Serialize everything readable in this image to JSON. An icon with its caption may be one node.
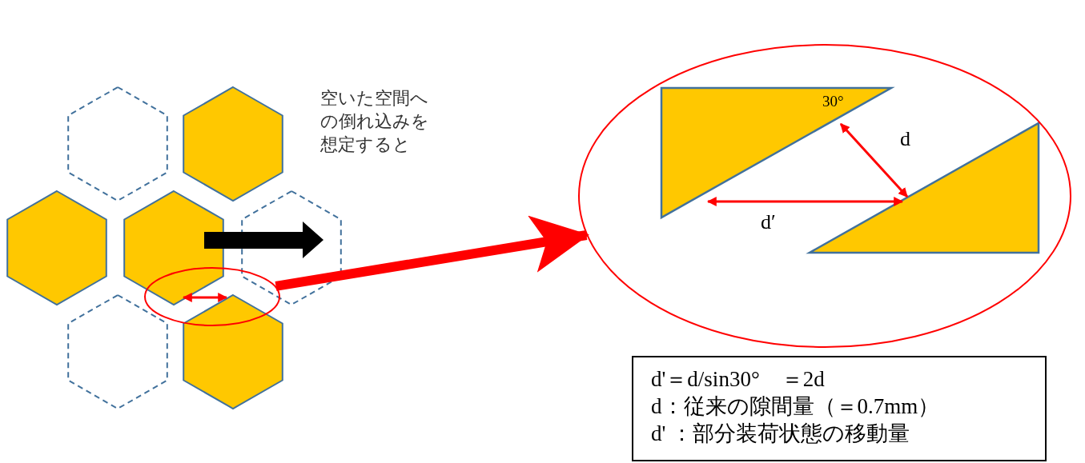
{
  "diagram": {
    "nodes": [
      {
        "text": [],
        "shape": "ellipse"
      },
      {
        "text": [],
        "shape": "ellipse"
      },
      {
        "text": [
          "d'＝d/sin30°　＝2d",
          "d：従来の隙間量（＝0.7mm）",
          "d' ：部分装荷状態の移動量"
        ]
      }
    ],
    "edges": [
      {
        "from": 0,
        "to": 1,
        "arrow": "to",
        "color": "#ff0000"
      }
    ],
    "labels": [
      "空いた空間への倒れ込みを想定すると",
      "30°",
      "d",
      "d′"
    ]
  }
}
